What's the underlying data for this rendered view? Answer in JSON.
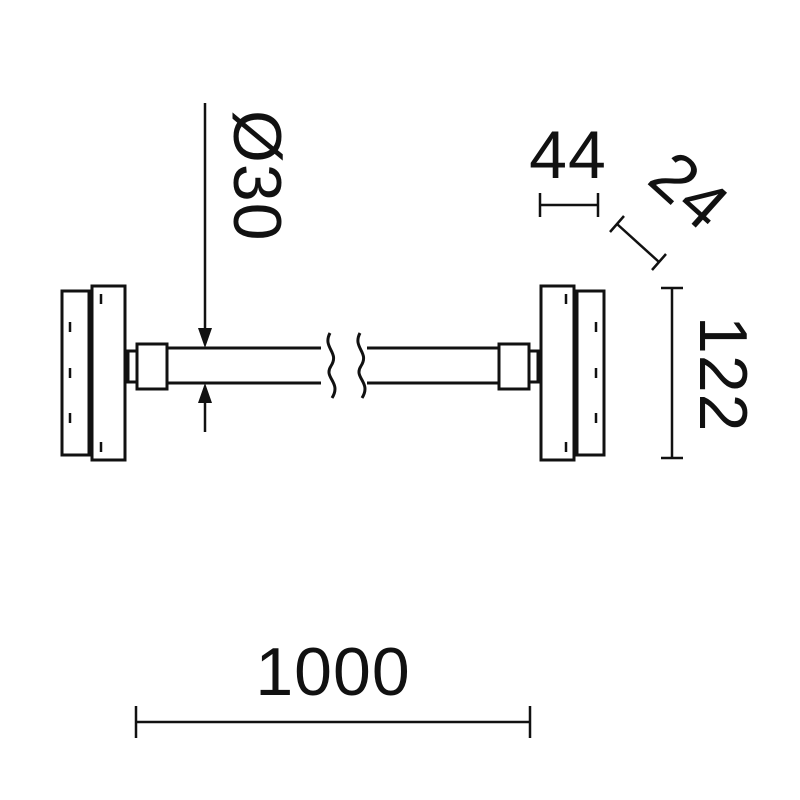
{
  "drawing": {
    "line_color": "#111111",
    "background_color": "#ffffff",
    "dimensions": {
      "tube_diameter": "Ø30",
      "bracket_width": "44",
      "bracket_depth": "24",
      "bracket_height": "122",
      "fixture_length": "1000"
    }
  }
}
